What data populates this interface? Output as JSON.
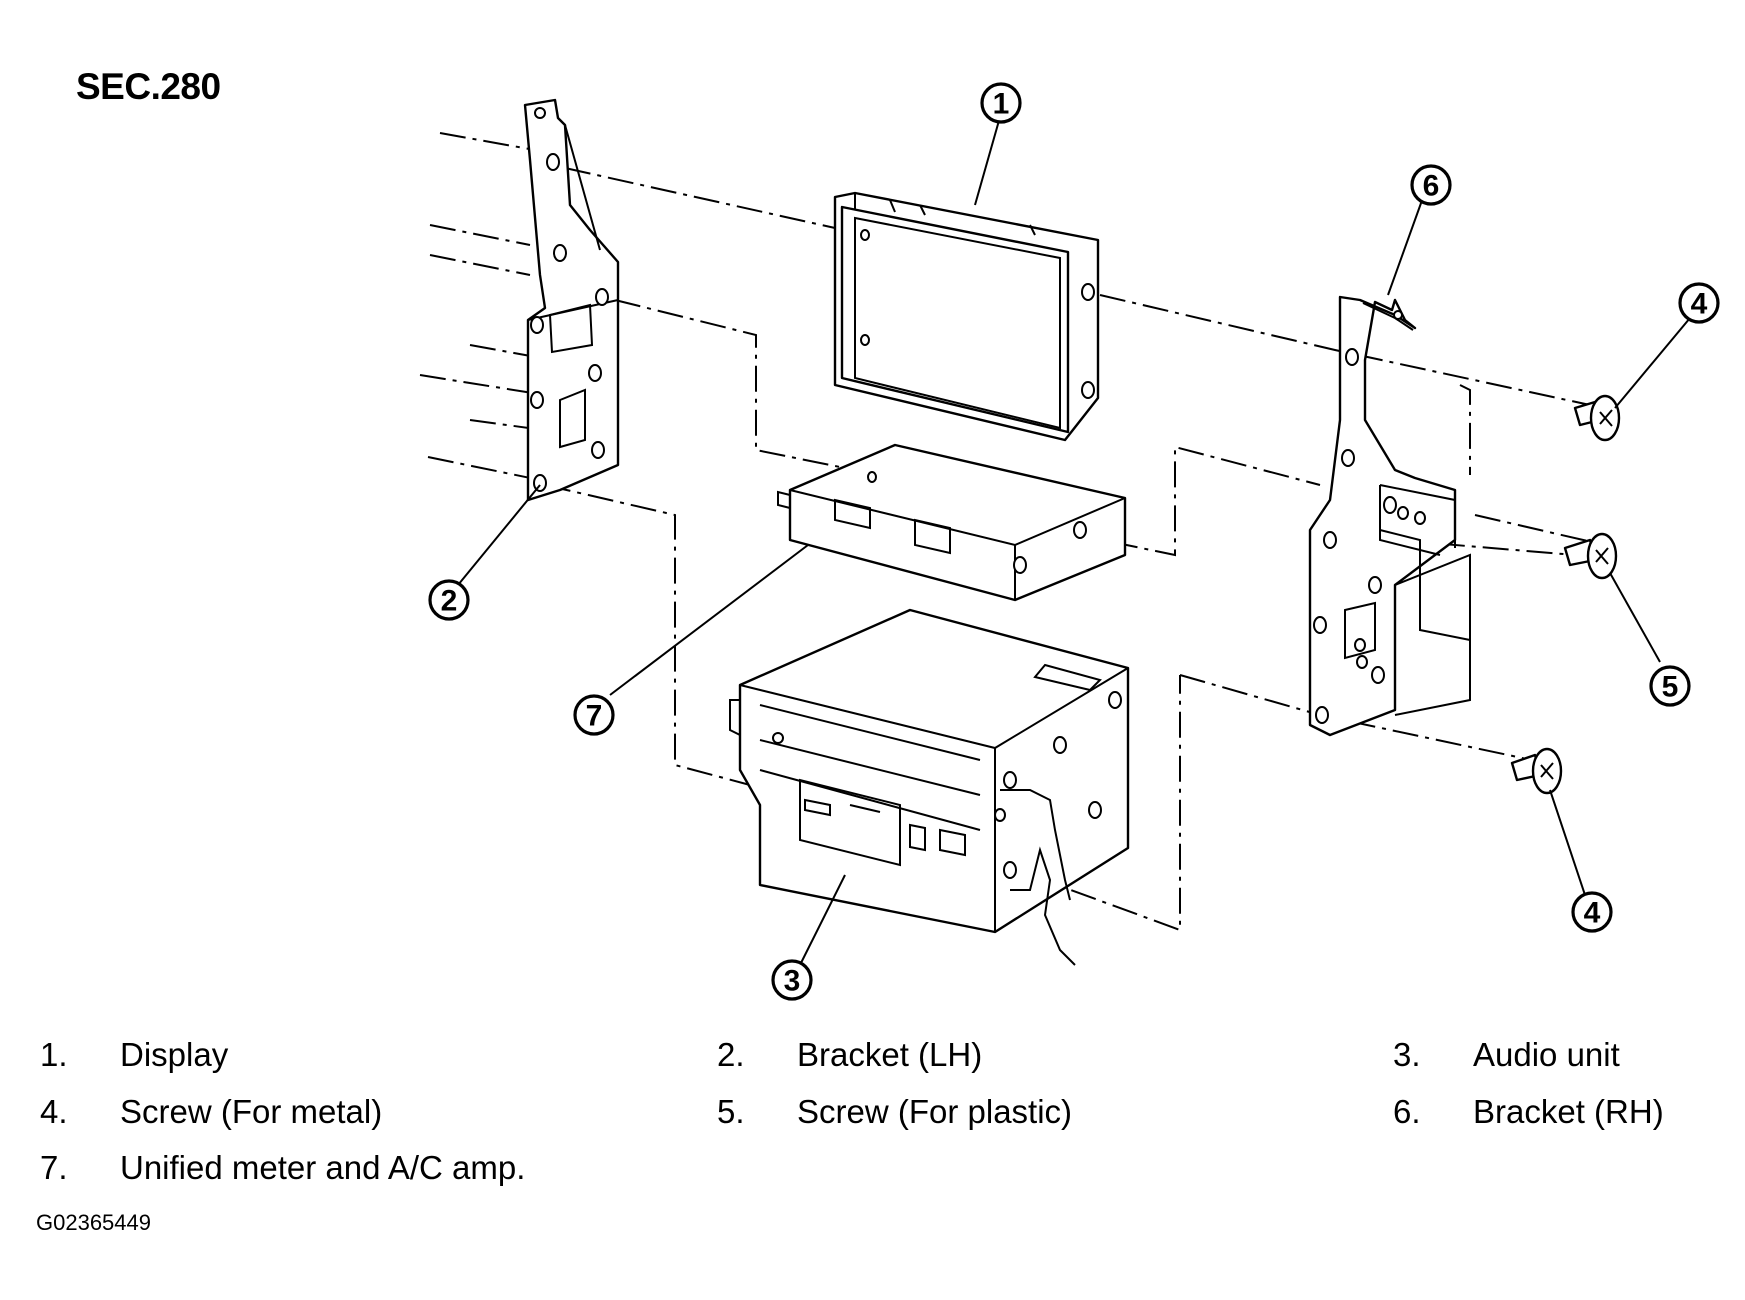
{
  "section_label": "SEC.280",
  "figure_code": "G02365449",
  "callouts": [
    "1",
    "2",
    "3",
    "4",
    "4",
    "5",
    "6",
    "7"
  ],
  "legend": [
    {
      "num": "1.",
      "text": "Display"
    },
    {
      "num": "2.",
      "text": "Bracket (LH)"
    },
    {
      "num": "3.",
      "text": "Audio unit"
    },
    {
      "num": "4.",
      "text": "Screw (For metal)"
    },
    {
      "num": "5.",
      "text": "Screw (For plastic)"
    },
    {
      "num": "6.",
      "text": "Bracket (RH)"
    },
    {
      "num": "7.",
      "text": "Unified meter and A/C amp."
    }
  ]
}
